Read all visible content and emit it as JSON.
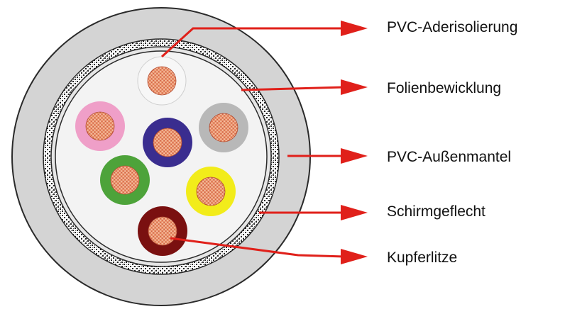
{
  "diagram": {
    "labels": {
      "core_insulation": "PVC-Aderisolierung",
      "foil_wrap": "Folienbewicklung",
      "outer_jacket": "PVC-Außenmantel",
      "shield_braid": "Schirmgeflecht",
      "copper_strand": "Kupferlitze"
    },
    "core_count": 7,
    "colors": {
      "outer_jacket": "#d4d4d4",
      "outline": "#2a2a2a",
      "foil": "#f3f3f3",
      "arrow": "#e0201a",
      "copper": "#e2825c",
      "core_white": "#f7f7f7",
      "core_pink": "#ef9fc8",
      "core_grey": "#b8b8b8",
      "core_violet": "#3a2d8f",
      "core_green": "#4da33a",
      "core_yellow": "#f2ec1a",
      "core_brown": "#7a1010"
    },
    "cores": [
      {
        "name": "white-core",
        "color_key": "core_white"
      },
      {
        "name": "pink-core",
        "color_key": "core_pink"
      },
      {
        "name": "grey-core",
        "color_key": "core_grey"
      },
      {
        "name": "violet-core",
        "color_key": "core_violet"
      },
      {
        "name": "green-core",
        "color_key": "core_green"
      },
      {
        "name": "yellow-core",
        "color_key": "core_yellow"
      },
      {
        "name": "brown-core",
        "color_key": "core_brown"
      }
    ]
  }
}
